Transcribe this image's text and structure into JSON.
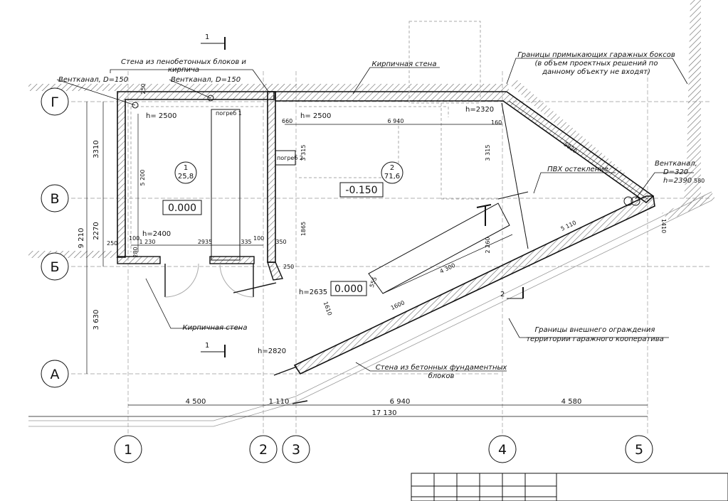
{
  "axes_rows": {
    "G": "Г",
    "V": "В",
    "B": "Б",
    "A": "А"
  },
  "axes_cols": {
    "c1": "1",
    "c2": "2",
    "c3": "3",
    "c4": "4",
    "c5": "5"
  },
  "notes": {
    "foam_wall": "Стена из пенобетонных блоков и",
    "foam_wall_2": "кирпича",
    "brick_wall_top": "Кирпичная стена",
    "brick_wall_bottom": "Кирпичная стена",
    "adjacent_1": "Границы примыкающих гаражных боксов",
    "adjacent_2": "(в объем проектных решений по",
    "adjacent_3": "данному объекту не входят)",
    "pvc": "ПВХ остекление",
    "fence_1": "Границы внешнего ограждения",
    "fence_2": "территории гаражного кооператива",
    "concrete_wall_1": "Стена из бетонных фундаментных",
    "concrete_wall_2": "блоков"
  },
  "vents": {
    "v1": "Вентканал, D=150",
    "v2": "Вентканал, D=150",
    "v3": "Вентканал,",
    "v3b": "D=320",
    "v3c": "h=2390"
  },
  "rooms": {
    "r1_num": "1",
    "r1_area": "25,8",
    "r1_level": "0.000",
    "r2_num": "2",
    "r2_area": "71,6",
    "r2_level": "-0.150",
    "entry_level": "0.000",
    "cellar1": "погреб 1",
    "cellar2": "погреб 2"
  },
  "heights": {
    "h1": "h= 2500",
    "h2": "h= 2500",
    "h3": "h=2400",
    "h4": "h=2320",
    "h5": "h=2635",
    "h6": "h=2820"
  },
  "section_marks": {
    "s1": "1",
    "s1b": "1",
    "s2": "2"
  },
  "dims": {
    "bottom_4500": "4 500",
    "bottom_1110": "1 110",
    "bottom_6940": "6 940",
    "bottom_4580": "4 580",
    "bottom_total": "17 130",
    "left_3310": "3310",
    "left_2270": "2270",
    "left_9210": "9 210",
    "left_3630": "3 630",
    "d_6940": "6 940",
    "d_660": "660",
    "d_5200": "5 200",
    "d_3315a": "3 315",
    "d_3315b": "3 315",
    "d_1865": "1865",
    "d_5820": "5820",
    "d_5110": "5 110",
    "d_4300": "4 300",
    "d_1600": "1600",
    "d_2935": "2935",
    "d_1230": "1 230",
    "d_335": "335",
    "d_350": "350",
    "d_250a": "250",
    "d_250b": "250",
    "d_100a": "100",
    "d_100b": "100",
    "d_280": "280",
    "d_160": "160",
    "d_580": "580",
    "d_1410": "1410",
    "d_2260": "2 260",
    "d_555": "555",
    "d_1610": "1610",
    "d_250c": "250"
  }
}
